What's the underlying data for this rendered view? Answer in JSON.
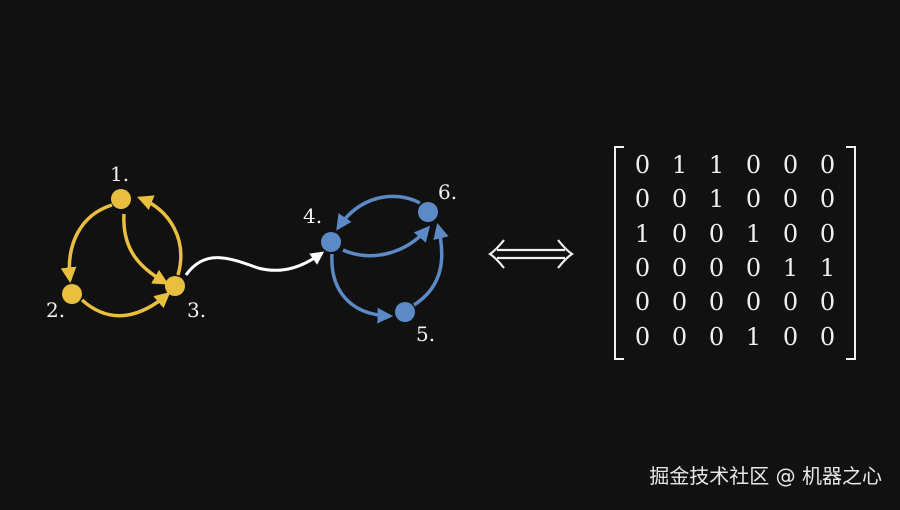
{
  "colors": {
    "background": "#111111",
    "component_a": "#e8bf3e",
    "component_b": "#5b8ac6",
    "connector": "#ffffff",
    "text": "#f0f0f0"
  },
  "graph": {
    "nodes": [
      {
        "id": 1,
        "label": "1.",
        "group": "yellow"
      },
      {
        "id": 2,
        "label": "2.",
        "group": "yellow"
      },
      {
        "id": 3,
        "label": "3.",
        "group": "yellow"
      },
      {
        "id": 4,
        "label": "4.",
        "group": "blue"
      },
      {
        "id": 5,
        "label": "5.",
        "group": "blue"
      },
      {
        "id": 6,
        "label": "6.",
        "group": "blue"
      }
    ],
    "edges": [
      {
        "from": 1,
        "to": 2
      },
      {
        "from": 1,
        "to": 3
      },
      {
        "from": 2,
        "to": 3
      },
      {
        "from": 3,
        "to": 1
      },
      {
        "from": 3,
        "to": 4
      },
      {
        "from": 4,
        "to": 5
      },
      {
        "from": 4,
        "to": 6
      },
      {
        "from": 5,
        "to": 6
      },
      {
        "from": 6,
        "to": 4
      }
    ]
  },
  "equivalence_symbol": "⟺",
  "matrix": {
    "rows": [
      [
        "0",
        "1",
        "1",
        "0",
        "0",
        "0"
      ],
      [
        "0",
        "0",
        "1",
        "0",
        "0",
        "0"
      ],
      [
        "1",
        "0",
        "0",
        "1",
        "0",
        "0"
      ],
      [
        "0",
        "0",
        "0",
        "0",
        "1",
        "1"
      ],
      [
        "0",
        "0",
        "0",
        "0",
        "0",
        "0"
      ],
      [
        "0",
        "0",
        "0",
        "1",
        "0",
        "0"
      ]
    ]
  },
  "watermark": "掘金技术社区 @ 机器之心"
}
